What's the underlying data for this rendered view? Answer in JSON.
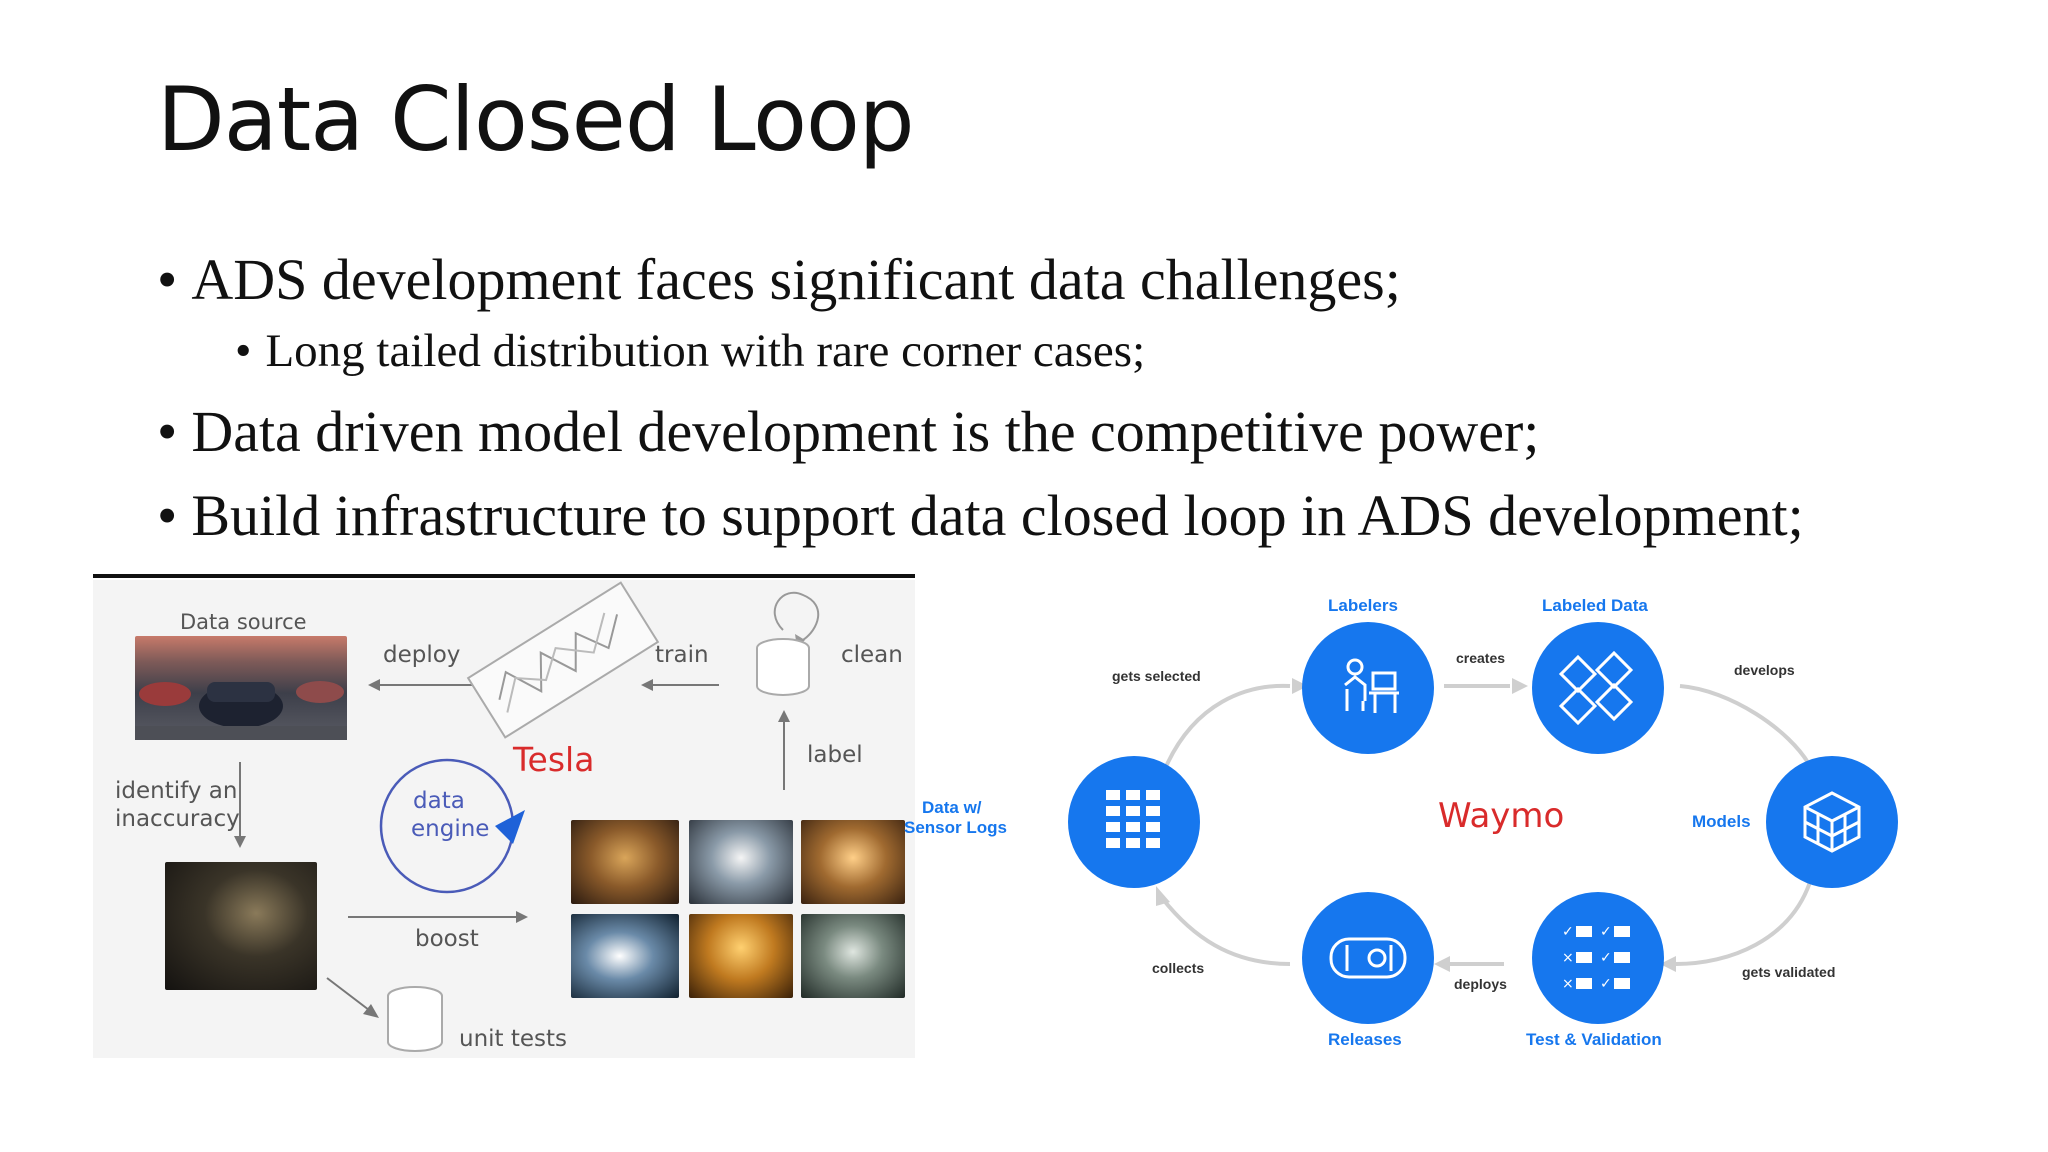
{
  "slide": {
    "title": "Data Closed Loop",
    "bullets": [
      {
        "marker": "•",
        "text": "ADS development faces significant data challenges;"
      },
      {
        "marker": "•",
        "text": "Long tailed distribution with rare corner cases;"
      },
      {
        "marker": "•",
        "text": "Data driven model development is the competitive power;"
      },
      {
        "marker": "•",
        "text": "Build infrastructure to support data closed loop in ADS development;"
      }
    ]
  },
  "tesla": {
    "data_source": "Data source",
    "deploy": "deploy",
    "train": "train",
    "clean": "clean",
    "label": "label",
    "identify_line1": "identify an",
    "identify_line2": "inaccuracy",
    "engine_line1": "data",
    "engine_line2": "engine",
    "boost": "boost",
    "unit_tests": "unit tests",
    "caption": "Tesla",
    "caption_color": "#d92b2b"
  },
  "waymo": {
    "caption": "Waymo",
    "labelers": "Labelers",
    "labeled_data": "Labeled Data",
    "models": "Models",
    "test_validation": "Test & Validation",
    "releases": "Releases",
    "data_line1": "Data w/",
    "data_line2": "Sensor Logs",
    "gets_selected": "gets selected",
    "creates": "creates",
    "develops": "develops",
    "gets_validated": "gets validated",
    "deploys": "deploys",
    "collects": "collects",
    "accent": "#1677ee"
  }
}
